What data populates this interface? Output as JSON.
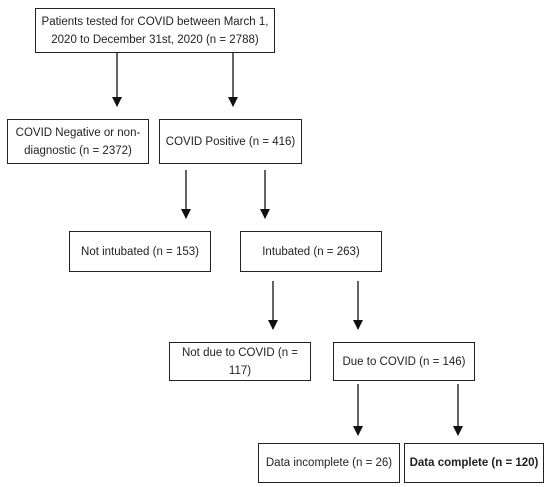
{
  "flowchart": {
    "boxes": {
      "tested": "Patients tested for COVID between March 1, 2020 to December 31st, 2020 (n = 2788)",
      "negative": "COVID Negative or non-diagnostic (n = 2372)",
      "positive": "COVID Positive (n = 416)",
      "not_intubated": "Not intubated (n = 153)",
      "intubated": "Intubated (n = 263)",
      "not_due": "Not due to COVID (n = 117)",
      "due": "Due to COVID (n = 146)",
      "incomplete": "Data incomplete (n = 26)",
      "complete": "Data complete (n = 120)"
    }
  }
}
